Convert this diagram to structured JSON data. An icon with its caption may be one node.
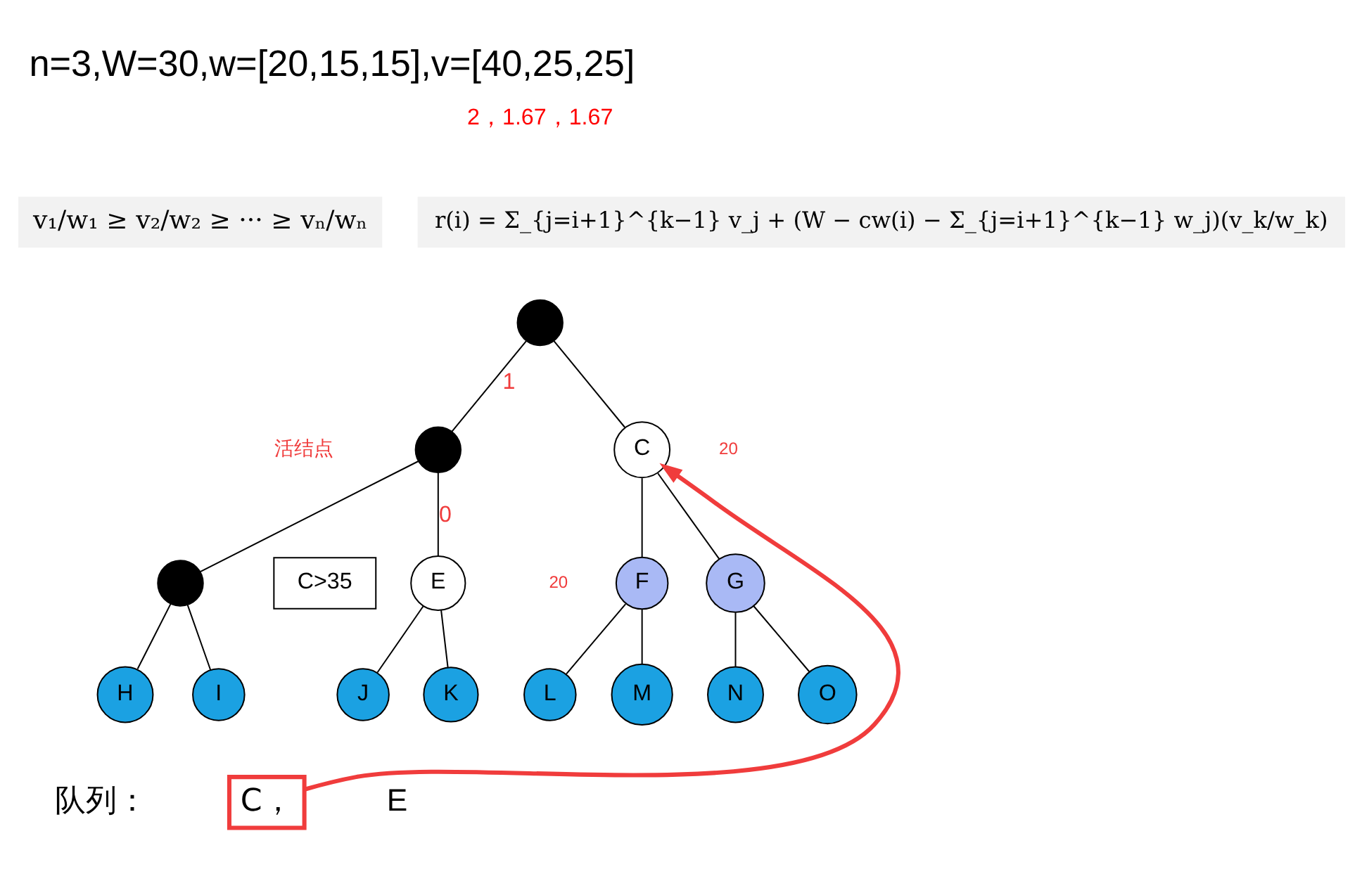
{
  "diagram": {
    "title": "n=3,W=30,w=[20,15,15],v=[40,25,25]",
    "nodes": [
      {
        "text": [],
        "shape": "circle"
      },
      {
        "text": [],
        "shape": "circle"
      },
      {
        "text": [
          "C"
        ]
      },
      {
        "text": [],
        "shape": "circle"
      },
      {
        "text": [
          "C>35"
        ]
      },
      {
        "text": [
          "E"
        ]
      },
      {
        "text": [
          "F"
        ]
      },
      {
        "text": [
          "G"
        ]
      },
      {
        "text": [
          "H"
        ]
      },
      {
        "text": [
          "I"
        ]
      },
      {
        "text": [
          "J"
        ]
      },
      {
        "text": [
          "K"
        ]
      },
      {
        "text": [
          "L"
        ]
      },
      {
        "text": [
          "M"
        ]
      },
      {
        "text": [
          "N"
        ]
      },
      {
        "text": [
          "O"
        ]
      },
      {
        "text": [
          "C，"
        ]
      }
    ],
    "edges": [
      {
        "from": 0,
        "to": 1,
        "arrow": "none",
        "label": "1"
      },
      {
        "from": 0,
        "to": 2,
        "arrow": "none"
      },
      {
        "from": 1,
        "to": 3,
        "arrow": "none"
      },
      {
        "from": 1,
        "to": 5,
        "arrow": "none",
        "label": "0"
      },
      {
        "from": 3,
        "to": 8,
        "arrow": "none"
      },
      {
        "from": 3,
        "to": 9,
        "arrow": "none"
      },
      {
        "from": 5,
        "to": 10,
        "arrow": "none"
      },
      {
        "from": 5,
        "to": 11,
        "arrow": "none"
      },
      {
        "from": 2,
        "to": 6,
        "arrow": "none"
      },
      {
        "from": 2,
        "to": 7,
        "arrow": "none"
      },
      {
        "from": 6,
        "to": 12,
        "arrow": "none"
      },
      {
        "from": 6,
        "to": 13,
        "arrow": "none"
      },
      {
        "from": 7,
        "to": 14,
        "arrow": "none"
      },
      {
        "from": 7,
        "to": 15,
        "arrow": "none"
      },
      {
        "from": 16,
        "to": 2,
        "arrow": "to",
        "style": "thick",
        "color": "#f03c3c"
      }
    ],
    "labels": [
      "2，1.67，1.67",
      "v₁/w₁ ≥ v₂/w₂ ≥ ··· ≥ vₙ/wₙ",
      "r(i) = Σ_{j=i+1}^{k−1} v_j + (W − cw(i) − Σ_{j=i+1}^{k−1} w_j)(v_k/w_k)",
      "活结点",
      "20",
      "20",
      "队列：",
      "E"
    ]
  }
}
